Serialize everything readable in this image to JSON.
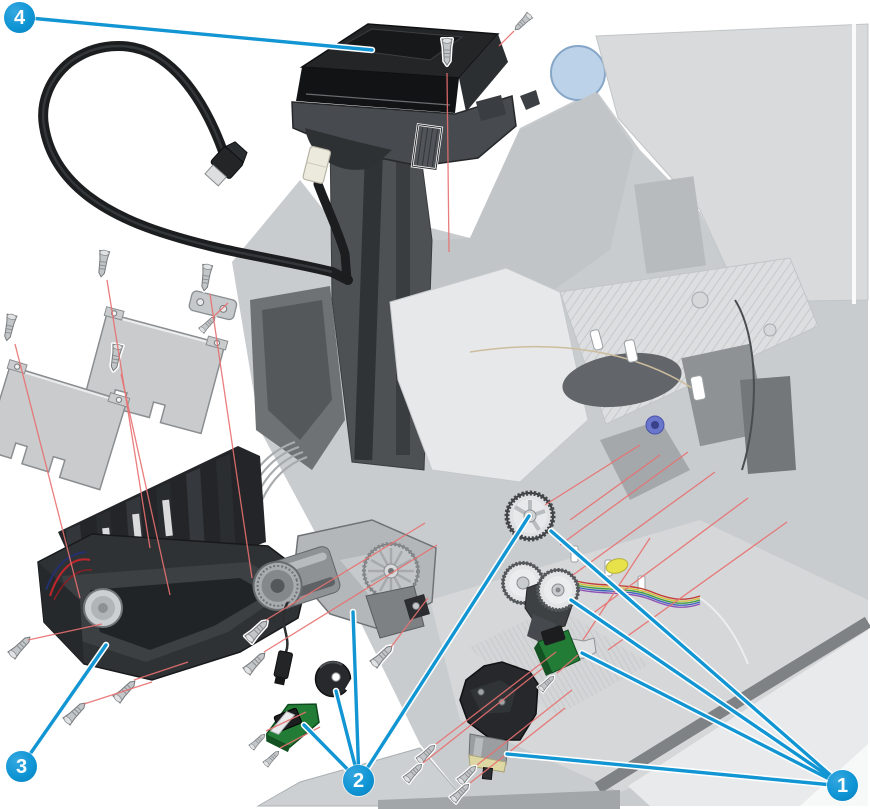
{
  "figure": {
    "type": "exploded-parts-diagram",
    "callouts": [
      {
        "label": "1"
      },
      {
        "label": "2"
      },
      {
        "label": "3"
      },
      {
        "label": "4"
      }
    ],
    "colors": {
      "callout_blue": "#0f95d5",
      "leader_line_blue": "#1295d3",
      "alignment_line_red": "#e87070",
      "pcb_green": "#237c36",
      "chassis_gray": "#c9ccce",
      "part_black": "#26282b"
    }
  }
}
